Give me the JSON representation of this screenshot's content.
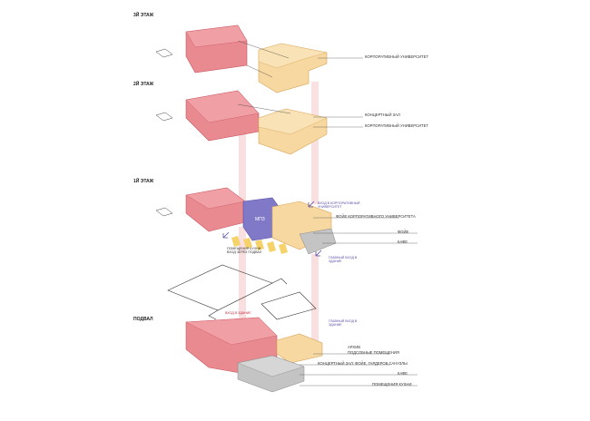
{
  "floors": {
    "third": "3Й ЭТАЖ",
    "second": "2Й ЭТАЖ",
    "first": "1Й ЭТАЖ",
    "basement": "ПОДВАЛ"
  },
  "rooms": {
    "corp_univ_3": "КОРПОРАТИВНЫЙ УНИВЕРСИТЕТ",
    "concert_hall_2": "КОНЦЕРТНЫЙ ЗАЛ",
    "corp_univ_2": "КОРПОРАТИВНЫЙ УНИВЕРСИТЕТ",
    "foyer_corp_1": "ФОЙЕ КОРПОРАТИВНОГО УНИВЕРСИТЕТА",
    "foyer_1": "ФОЙЕ",
    "cafe_1": "КАФЕ",
    "archive_b": "АРХИВ",
    "utility_b": "ПОДСОБНЫЕ ПОМЕЩЕНИЯ",
    "concert_b": "КОНЦЕРТНЫЙ ЗАЛ: ФОЙЕ, ГАРДЕРОБ,САНУЗЛЫ",
    "cafe_b": "КАФЕ",
    "kitchen_b": "ПОМЕЩЕНИЯ КУХНИ"
  },
  "notes": {
    "entrance_corp": "ВХОД В КОРПОРАТИВНЫЙ УНИВЕРСИТЕТ",
    "main_entrance_1": "ГЛАВНЫЙ ВХОД В ЗДАНИЕ",
    "main_entrance_b": "ГЛАВНЫЙ ВХОД В ЗДАНИЕ",
    "entrance_red": "ВХОД В ЗДАНИЕ",
    "mps": "МПЗ",
    "service": "ПОМЕЩЕНИЯ КУХНИ ВХОД ЧЕРЕЗ ПОДВАЛ"
  },
  "colors": {
    "red": "#e98a90",
    "red_dark": "#c9565f",
    "yellow": "#f6d8a0",
    "yellow_dark": "#d9a55a",
    "purple": "#8079c8",
    "grey": "#c4c4c4",
    "pink_ray": "#f6c6c8"
  }
}
